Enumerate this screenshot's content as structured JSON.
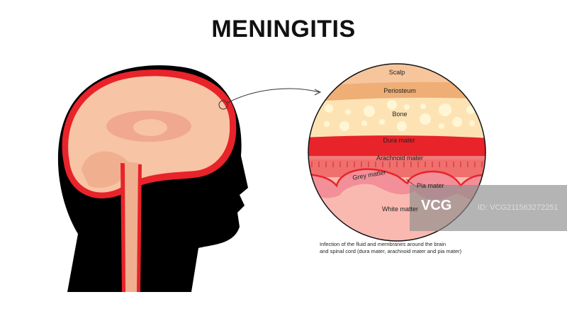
{
  "title": "MENINGITIS",
  "layers": {
    "scalp": "Scalp",
    "periosteum": "Periosteum",
    "bone": "Bone",
    "dura": "Dura mater",
    "arachnoid": "Arachnoid mater",
    "grey": "Grey matter",
    "pia": "Pia mater",
    "white": "White matter"
  },
  "caption": {
    "line1": "Infection of the fluid and membranes around the brain",
    "line2": "and spinal cord (dura mater, arachnoid mater and pia mater)"
  },
  "watermark": {
    "logo": "VCG",
    "id": "ID: VCG211563272251"
  },
  "colors": {
    "inflamed": "#e8232a",
    "brain": "#f7c4a5",
    "head": "#000000"
  }
}
